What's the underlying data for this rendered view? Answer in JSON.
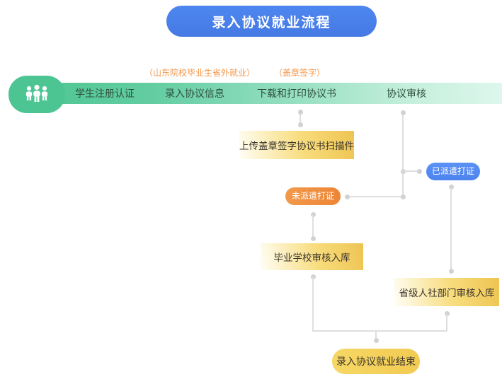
{
  "title": "录入协议就业流程",
  "process_bar": {
    "icon": "group-people-icon",
    "steps": [
      {
        "label": "学生注册认证"
      },
      {
        "label": "录入协议信息"
      },
      {
        "label": "下载和打印协议书"
      },
      {
        "label": "协议审核"
      }
    ]
  },
  "annotations": [
    {
      "label": "（山东院校毕业生省外就业）"
    },
    {
      "label": "（盖章签字）"
    }
  ],
  "nodes": {
    "upload_scan": "上传盖章签字协议书扫描件",
    "dispatched": "已派遣打证",
    "not_dispatched": "未派遣打证",
    "school_review": "毕业学校审核入库",
    "provincial_review": "省级人社部门审核入库",
    "finish": "录入协议就业结束"
  },
  "colors": {
    "title_blue": "#4A80EA",
    "bar_green_start": "#4FC693",
    "bar_green_end": "#DDF7EC",
    "icon_block_green": "#4CC593",
    "dispatched_blue": "#548BF2",
    "not_dispatched_orange": "#EE8C3C",
    "node_gold": "#EFC75A",
    "end_gold": "#F4D15E",
    "annotation_orange": "#F2974C",
    "connector_gray": "#DEDEDE"
  }
}
